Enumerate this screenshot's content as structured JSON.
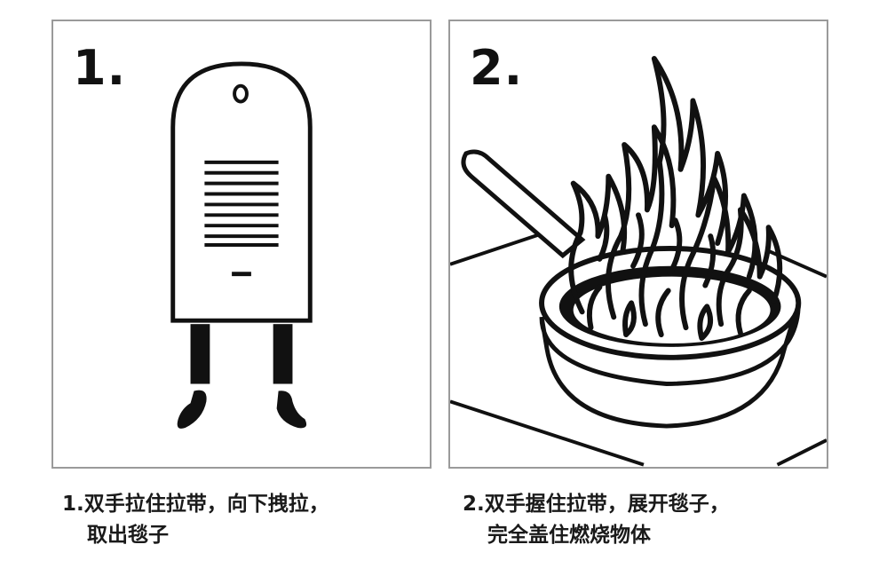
{
  "steps": [
    {
      "number": "1.",
      "caption_line1": "1.双手拉住拉带，向下拽拉，",
      "caption_line2": "取出毯子",
      "illustration": "fire-blanket-pouch"
    },
    {
      "number": "2.",
      "caption_line1": "2.双手握住拉带，展开毯子，",
      "caption_line2": "完全盖住燃烧物体",
      "illustration": "burning-pan"
    }
  ],
  "colors": {
    "ink": "#111111",
    "border": "#9a9a9a",
    "text": "#1a1a1a"
  }
}
